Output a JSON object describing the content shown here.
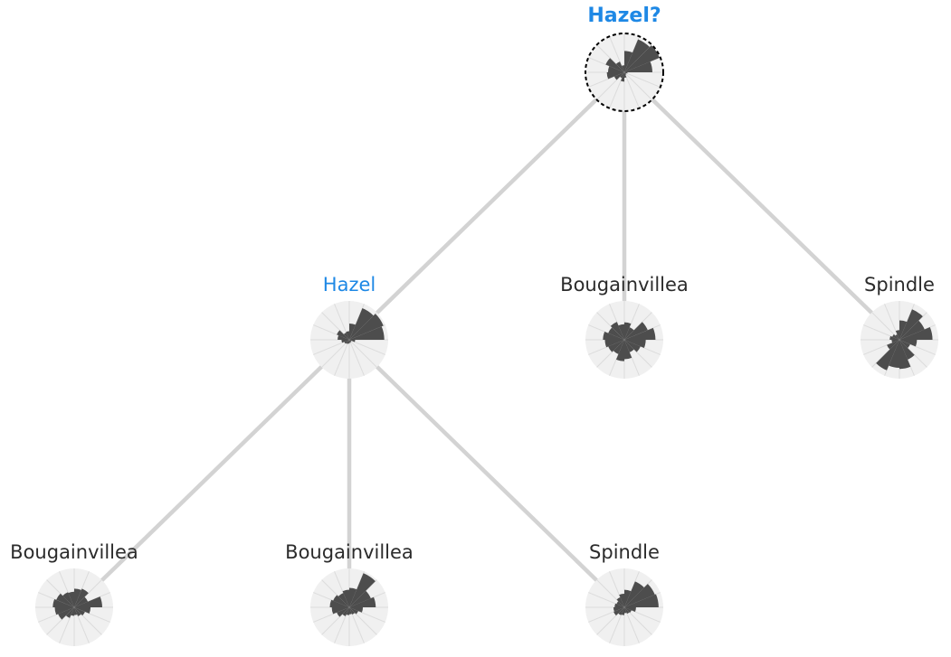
{
  "tree": {
    "nodes": [
      {
        "id": "root",
        "label": "Hazel?",
        "role": "query",
        "bins": [
          0.55,
          0.92,
          0.98,
          0.72,
          0.08,
          0.05,
          0.07,
          0.14,
          0.24,
          0.16,
          0.28,
          0.45,
          0.42,
          0.52,
          0.3,
          0.18
        ]
      },
      {
        "id": "hazel",
        "label": "Hazel",
        "role": "match",
        "bins": [
          0.42,
          0.88,
          0.95,
          0.9,
          0.15,
          0.06,
          0.07,
          0.08,
          0.1,
          0.12,
          0.14,
          0.2,
          0.3,
          0.35,
          0.2,
          0.22
        ]
      },
      {
        "id": "boug1",
        "label": "Bougainvillea",
        "role": "normal",
        "bins": [
          0.45,
          0.35,
          0.65,
          0.8,
          0.55,
          0.45,
          0.35,
          0.5,
          0.55,
          0.4,
          0.45,
          0.5,
          0.55,
          0.45,
          0.5,
          0.4
        ]
      },
      {
        "id": "spindle1",
        "label": "Spindle",
        "role": "normal",
        "bins": [
          0.5,
          0.85,
          0.7,
          0.85,
          0.45,
          0.3,
          0.55,
          0.75,
          0.72,
          0.85,
          0.35,
          0.2,
          0.25,
          0.2,
          0.15,
          0.25
        ]
      },
      {
        "id": "boug2",
        "label": "Bougainvillea",
        "role": "normal",
        "bins": [
          0.48,
          0.52,
          0.38,
          0.72,
          0.42,
          0.3,
          0.25,
          0.2,
          0.22,
          0.3,
          0.45,
          0.5,
          0.55,
          0.5,
          0.42,
          0.4
        ]
      },
      {
        "id": "boug3",
        "label": "Bougainvillea",
        "role": "normal",
        "bins": [
          0.5,
          0.95,
          0.6,
          0.68,
          0.35,
          0.25,
          0.2,
          0.18,
          0.2,
          0.25,
          0.35,
          0.45,
          0.5,
          0.45,
          0.4,
          0.45
        ]
      },
      {
        "id": "spindle2",
        "label": "Spindle",
        "role": "normal",
        "bins": [
          0.45,
          0.72,
          0.85,
          0.88,
          0.3,
          0.2,
          0.18,
          0.15,
          0.2,
          0.22,
          0.3,
          0.28,
          0.25,
          0.22,
          0.28,
          0.35
        ]
      }
    ],
    "edges": [
      [
        "root",
        "hazel"
      ],
      [
        "root",
        "boug1"
      ],
      [
        "root",
        "spindle1"
      ],
      [
        "hazel",
        "boug2"
      ],
      [
        "hazel",
        "boug3"
      ],
      [
        "hazel",
        "spindle2"
      ]
    ]
  },
  "colors": {
    "query_label": "#1e88e5",
    "label": "#2b2b2b",
    "edge": "#d3d3d3",
    "rose_background": "#f0f0f0",
    "rose_bar": "#4d4d4d"
  }
}
